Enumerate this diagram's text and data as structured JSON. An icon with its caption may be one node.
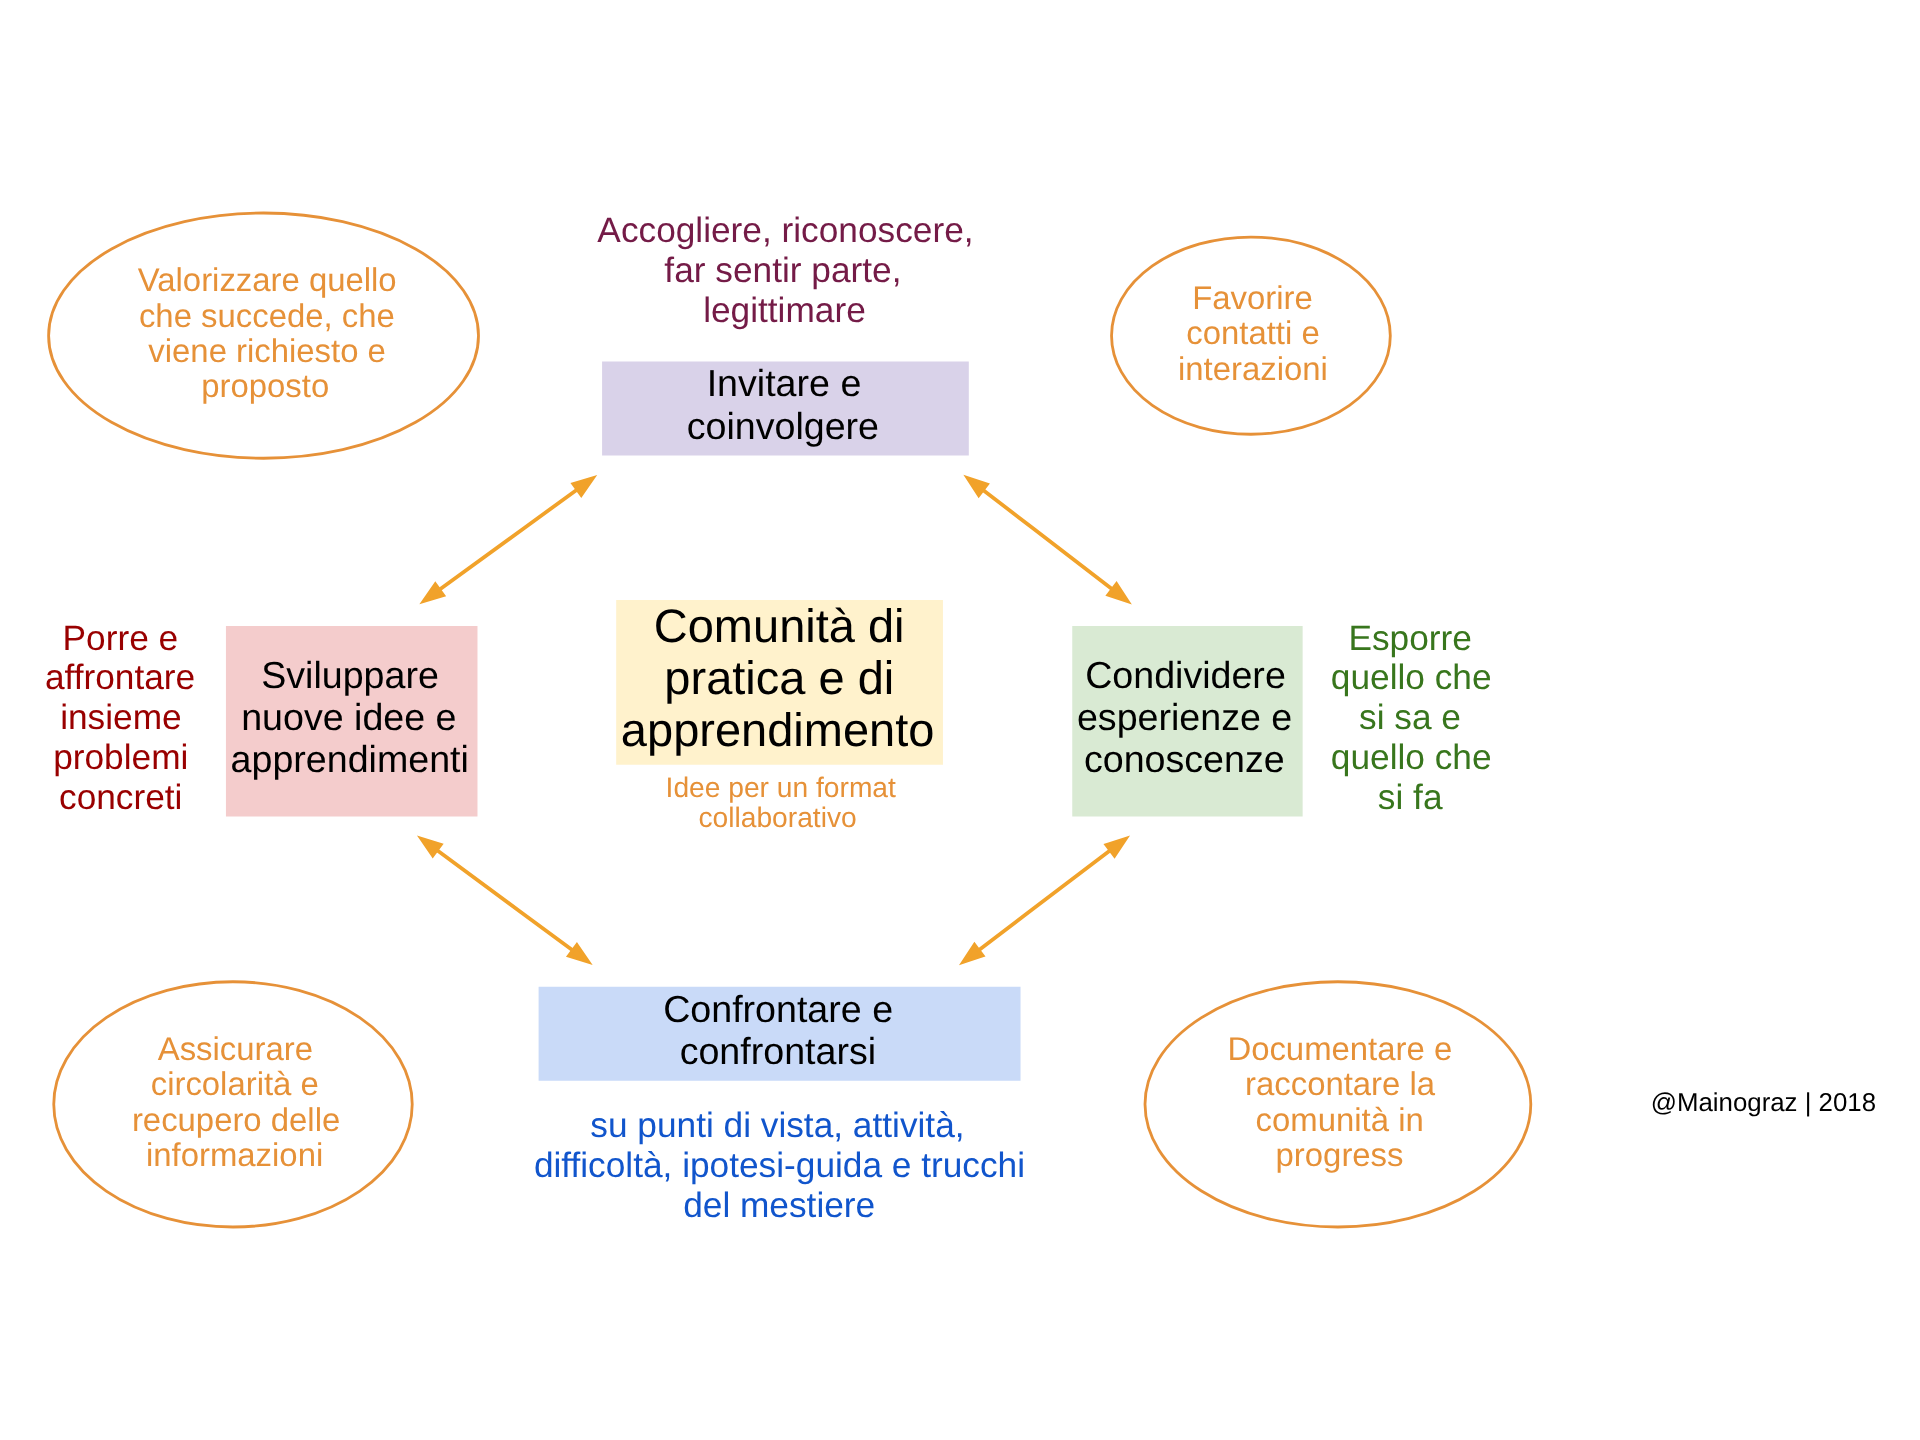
{
  "diagram": {
    "nodes": [
      {
        "text": [
          "Comunità di pratica e di apprendimento",
          "Idee per un format collaborativo"
        ]
      },
      {
        "text": [
          "Invitare e coinvolgere"
        ],
        "beside": [
          "Accogliere, riconoscere, far sentir parte, legittimare"
        ]
      },
      {
        "text": [
          "Condividere esperienze e conoscenze"
        ],
        "beside": [
          "Esporre quello che si sa e quello che si fa"
        ]
      },
      {
        "text": [
          "Confrontare e confrontarsi"
        ],
        "beside": [
          "su punti di vista, attività, difficoltà, ipotesi-guida e trucchi del mestiere"
        ]
      },
      {
        "text": [
          "Sviluppare nuove idee e apprendimenti"
        ],
        "beside": [
          "Porre e affrontare insieme problemi concreti"
        ]
      },
      {
        "text": [
          "Valorizzare quello che succede, che viene richiesto e proposto"
        ]
      },
      {
        "text": [
          "Favorire contatti e interazioni"
        ]
      },
      {
        "text": [
          "Assicurare circolarità e recupero delle informazioni"
        ]
      },
      {
        "text": [
          "Documentare e raccontare la comunità in progress"
        ]
      }
    ],
    "edges": [
      {
        "from": 4,
        "to": 1,
        "arrow": "both"
      },
      {
        "from": 1,
        "to": 2,
        "arrow": "both"
      },
      {
        "from": 2,
        "to": 3,
        "arrow": "both"
      },
      {
        "from": 3,
        "to": 4,
        "arrow": "both"
      }
    ],
    "labels": [
      "@Mainograz | 2018"
    ]
  }
}
